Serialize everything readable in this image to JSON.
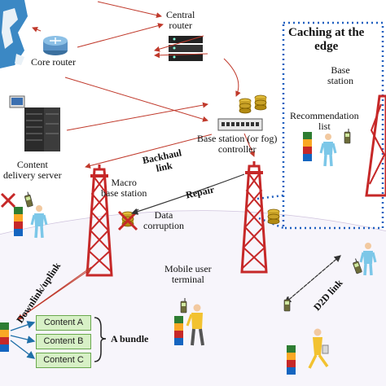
{
  "labels": {
    "central_router": "Central\nrouter",
    "core_router": "Core router",
    "content_delivery_server": "Content\ndelivery server",
    "base_station_controller": "Base station (or fog)\ncontroller",
    "backhaul_link": "Backhaul\nlink",
    "macro_base_station": "Macro\nbase station",
    "repair": "Repair",
    "data_corruption": "Data\ncorruption",
    "caching_at_the_edge": "Caching at the\nedge",
    "base_station": "Base\nstation",
    "recommendation_list": "Recommendation\nlist",
    "mobile_user_terminal": "Mobile user\nterminal",
    "downlink_uplink": "Downlink/uplink",
    "d2d_link": "D2D link",
    "a_bundle": "A bundle"
  },
  "bundle_contents": [
    "Content A",
    "Content B",
    "Content C"
  ],
  "colors": {
    "link_arrow": "#c0392b",
    "edge_box_border": "#1f5fbf",
    "tower": "#c62828",
    "cache_gold": "#c9a227",
    "content_box_fill": "#d7f0c6",
    "cache_stack": [
      "#2e7d32",
      "#f9a825",
      "#c62828",
      "#1565c0"
    ]
  },
  "icons": [
    "globe-icon",
    "router-icon",
    "server-rack-icon",
    "switch-icon",
    "tower-icon",
    "cache-disk-icon",
    "phone-icon",
    "person-icon",
    "broken-link-icon"
  ]
}
